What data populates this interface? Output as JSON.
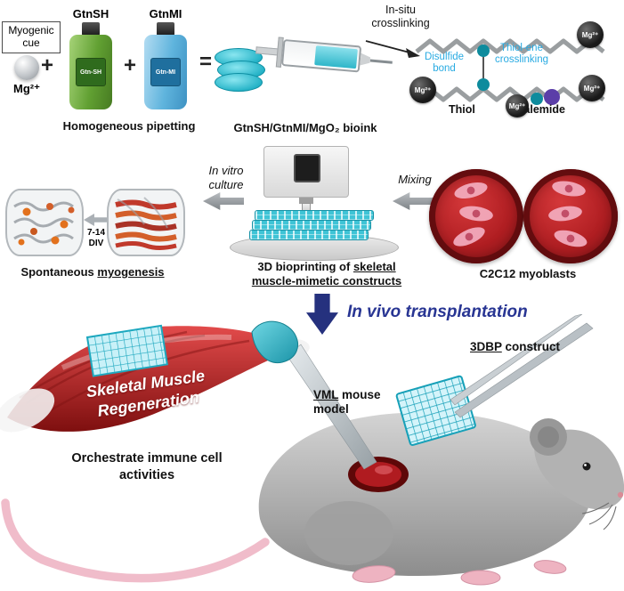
{
  "colors": {
    "navy": "#25317e",
    "light_blue_text": "#29abe2",
    "teal": "#0f93a8",
    "purple": "#5b3ea8",
    "muscle_red": "#b01b20",
    "mouse_gray": "#a5a5a5"
  },
  "top_row": {
    "myogenic_cue_label": "Myogenic\ncue",
    "mg_ion_label": "Mg²⁺",
    "plus_sign": "+",
    "equals_sign": "=",
    "bottle_gtnsh": {
      "title": "GtnSH",
      "label": "Gtn-SH"
    },
    "bottle_gtnmi": {
      "title": "GtnMI",
      "label": "Gtn-MI"
    },
    "pipetting_caption": "Homogeneous pipetting",
    "bioink_caption": "GtnSH/GtnMI/MgO₂ bioink",
    "insitu_arrow_label": "In-situ\ncrosslinking",
    "network": {
      "disulfide_label": "Disulfide\nbond",
      "thiolene_label": "Thiol-ene\ncrosslinking",
      "thiol_label": "Thiol",
      "malemide_label": "Malemide",
      "mg_sphere_label": "Mg²⁺"
    }
  },
  "middle_row": {
    "myoblasts_caption": "C2C12 myoblasts",
    "mixing_arrow_label": "Mixing",
    "bioprinting_caption_normal": "3D bioprinting of ",
    "bioprinting_caption_underlined": "skeletal muscle-mimetic constructs",
    "invitro_arrow_label": "In vitro\nculture",
    "div_arrow_label": "7-14\nDIV",
    "myogenesis_caption_normal": "Spontaneous ",
    "myogenesis_caption_underlined": "myogenesis"
  },
  "bottom": {
    "transplant_label": "In vivo transplantation",
    "construct_label_underlined": "3DBP",
    "construct_label_normal": " construct",
    "vml_label_underlined": "VML",
    "vml_label_normal": " mouse\nmodel",
    "muscle_text": "Skeletal Muscle\nRegeneration",
    "immune_text": "Orchestrate immune cell\nactivities"
  }
}
